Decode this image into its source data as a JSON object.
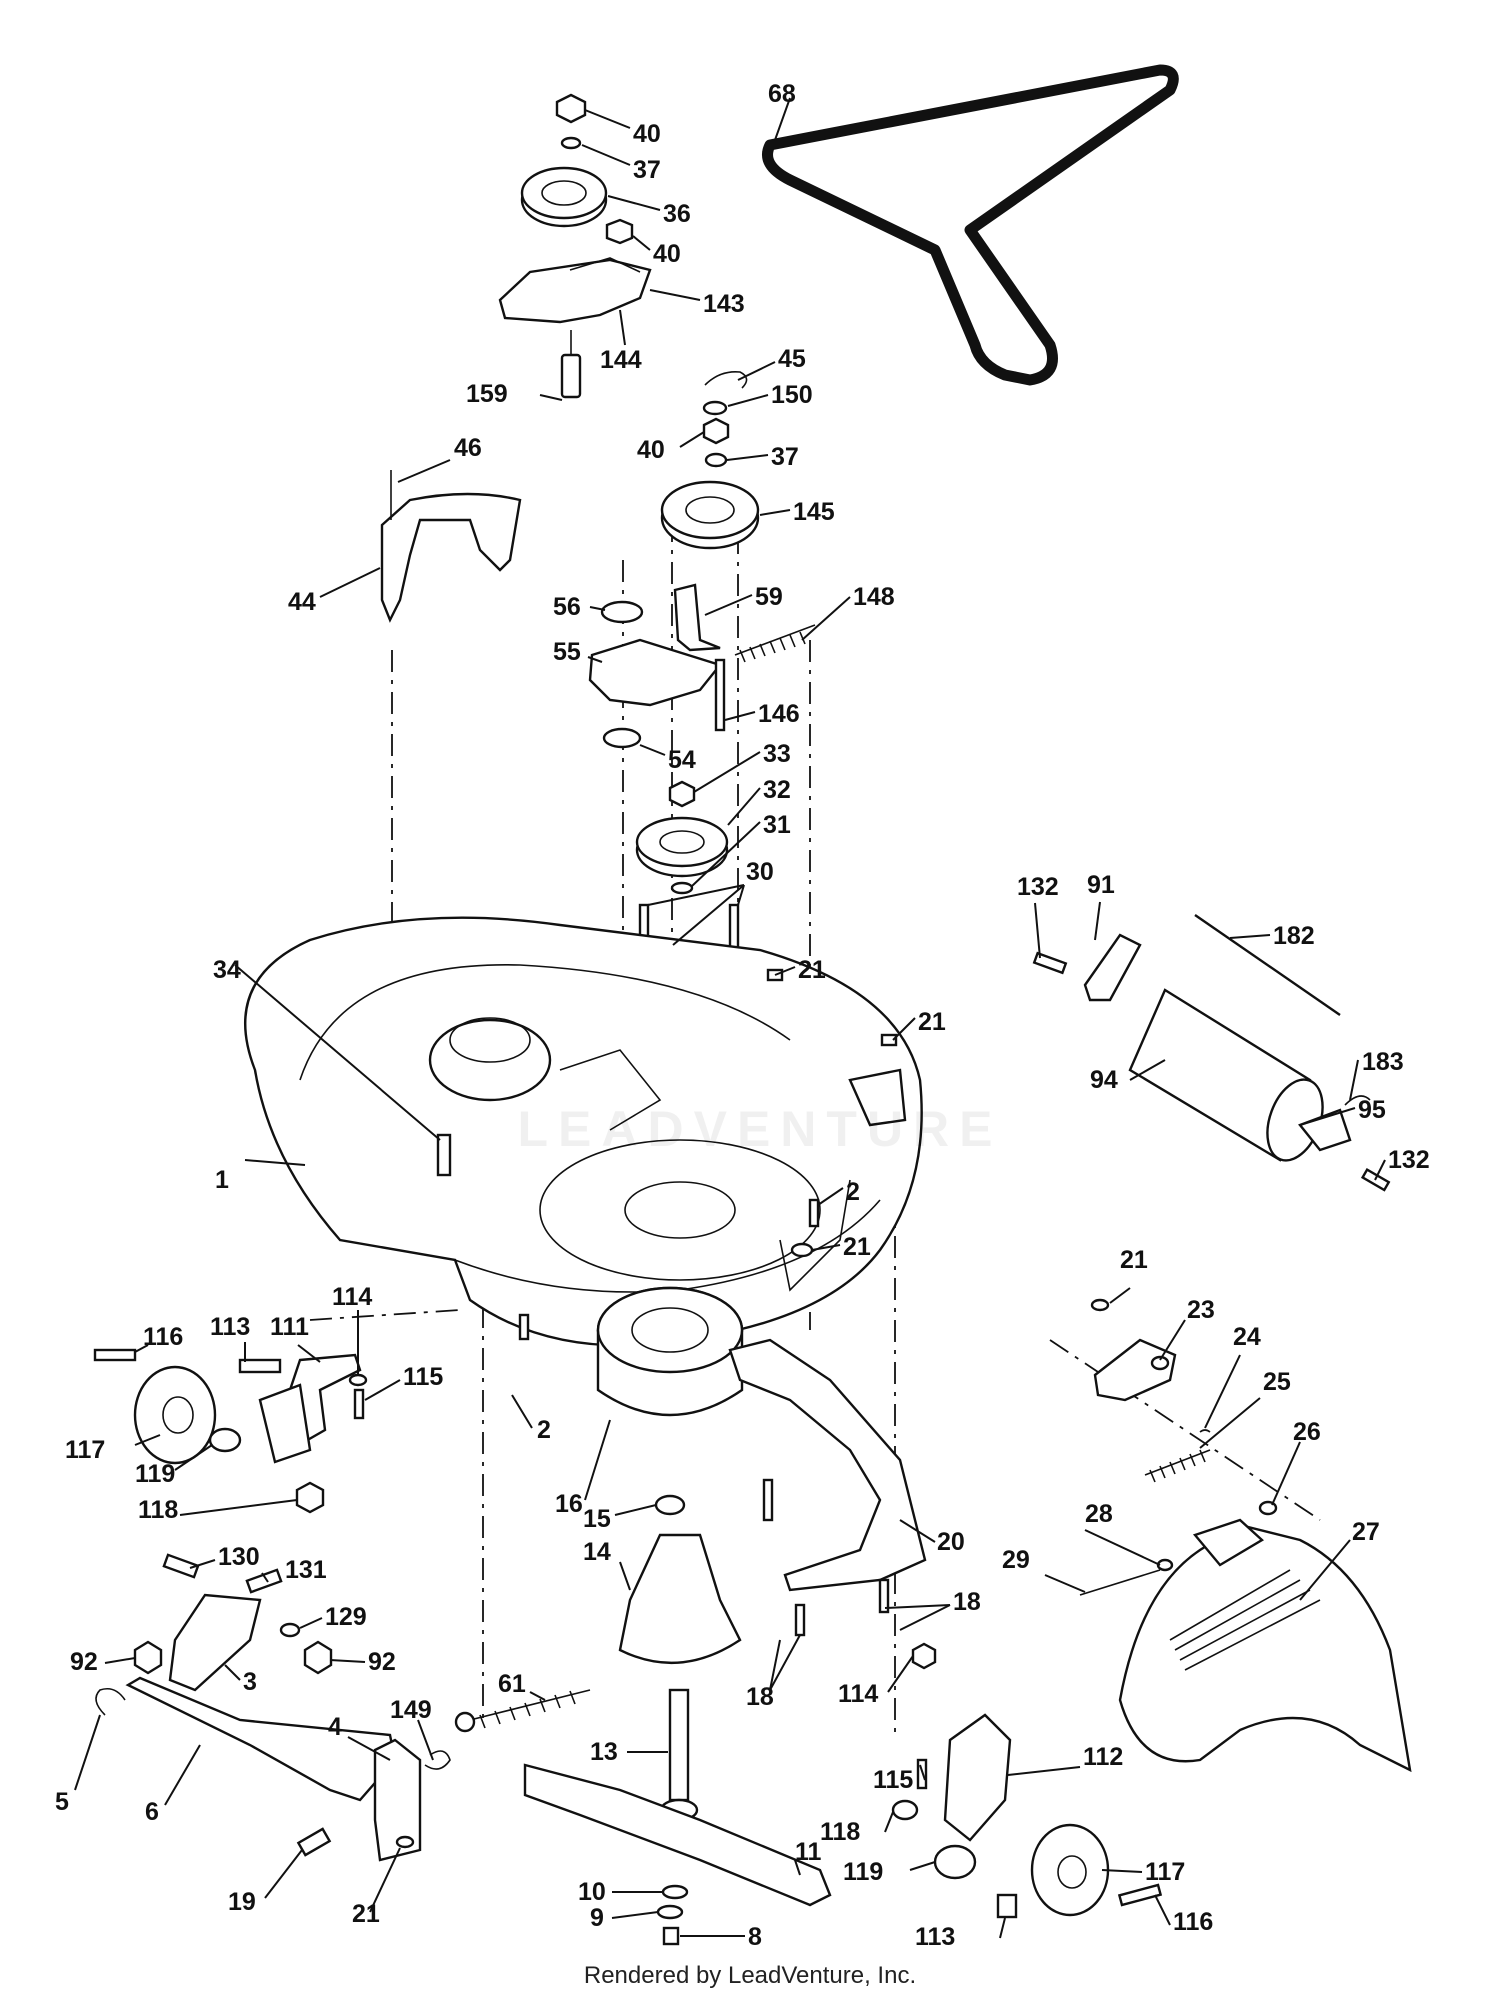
{
  "diagram": {
    "callouts": [
      "68",
      "40",
      "37",
      "36",
      "40",
      "143",
      "144",
      "159",
      "45",
      "150",
      "40",
      "37",
      "145",
      "46",
      "44",
      "56",
      "59",
      "148",
      "55",
      "146",
      "54",
      "33",
      "32",
      "31",
      "30",
      "132",
      "91",
      "182",
      "34",
      "21",
      "21",
      "94",
      "183",
      "95",
      "132",
      "1",
      "2",
      "21",
      "21",
      "23",
      "24",
      "25",
      "26",
      "116",
      "113",
      "111",
      "114",
      "115",
      "2",
      "117",
      "119",
      "118",
      "16",
      "15",
      "20",
      "28",
      "29",
      "27",
      "130",
      "131",
      "14",
      "18",
      "129",
      "92",
      "92",
      "3",
      "61",
      "18",
      "114",
      "4",
      "149",
      "13",
      "115",
      "112",
      "5",
      "6",
      "118",
      "11",
      "119",
      "117",
      "19",
      "21",
      "10",
      "9",
      "8",
      "113",
      "116"
    ]
  },
  "watermark": "LEADVENTURE",
  "footer": {
    "credit": "Rendered by LeadVenture, Inc."
  }
}
